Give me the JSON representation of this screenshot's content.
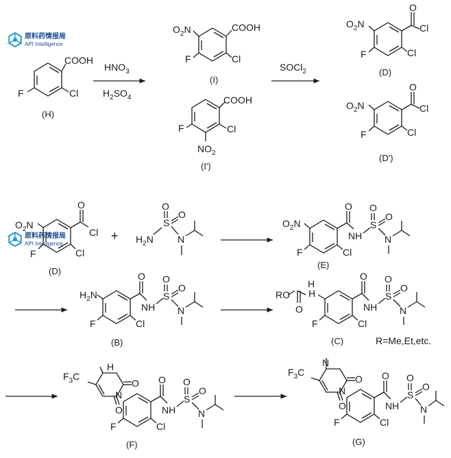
{
  "watermark": {
    "name": "原料药情报局",
    "subtitle": "API Intelligence",
    "color": "#1f9ad6"
  },
  "step1": {
    "reagent_top": "HNO3",
    "reagent_bottom": "H2SO4",
    "reagent2": "SOCl2"
  },
  "compounds": {
    "H": "(H)",
    "I": "(I)",
    "I_prime": "(I')",
    "D": "(D)",
    "D_prime": "(D')",
    "D2": "(D)",
    "E": "(E)",
    "B": "(B)",
    "C": "(C)",
    "F": "(F)",
    "G": "(G)"
  },
  "groups": {
    "cooh": "COOH",
    "no2": "O2N",
    "no2_right": "NO2",
    "f": "F",
    "cl": "Cl",
    "o": "O",
    "s": "S",
    "n": "N",
    "nh": "NH",
    "h2n": "H2N",
    "h2n_aryl": "H2N",
    "h": "H",
    "ro": "RO",
    "f3c": "F3C",
    "plus": "+"
  },
  "note": "R=Me,Et,etc."
}
